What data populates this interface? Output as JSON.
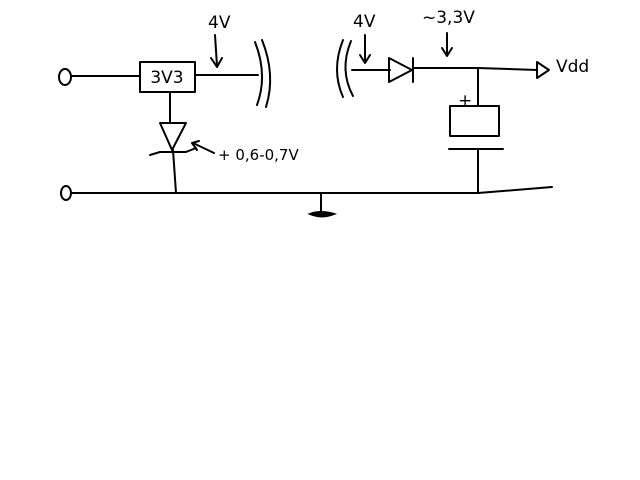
{
  "diagram": {
    "regulator_label": "3V3",
    "zener_voltage_label": "+ 0,6-0,7V",
    "left_voltage_label": "4V",
    "right_voltage_label": "4V",
    "output_voltage_label": "~3,3V",
    "output_label": "Vdd",
    "capacitor_polarity": "+",
    "ink_color": "#000000",
    "background_color": "#ffffff"
  }
}
